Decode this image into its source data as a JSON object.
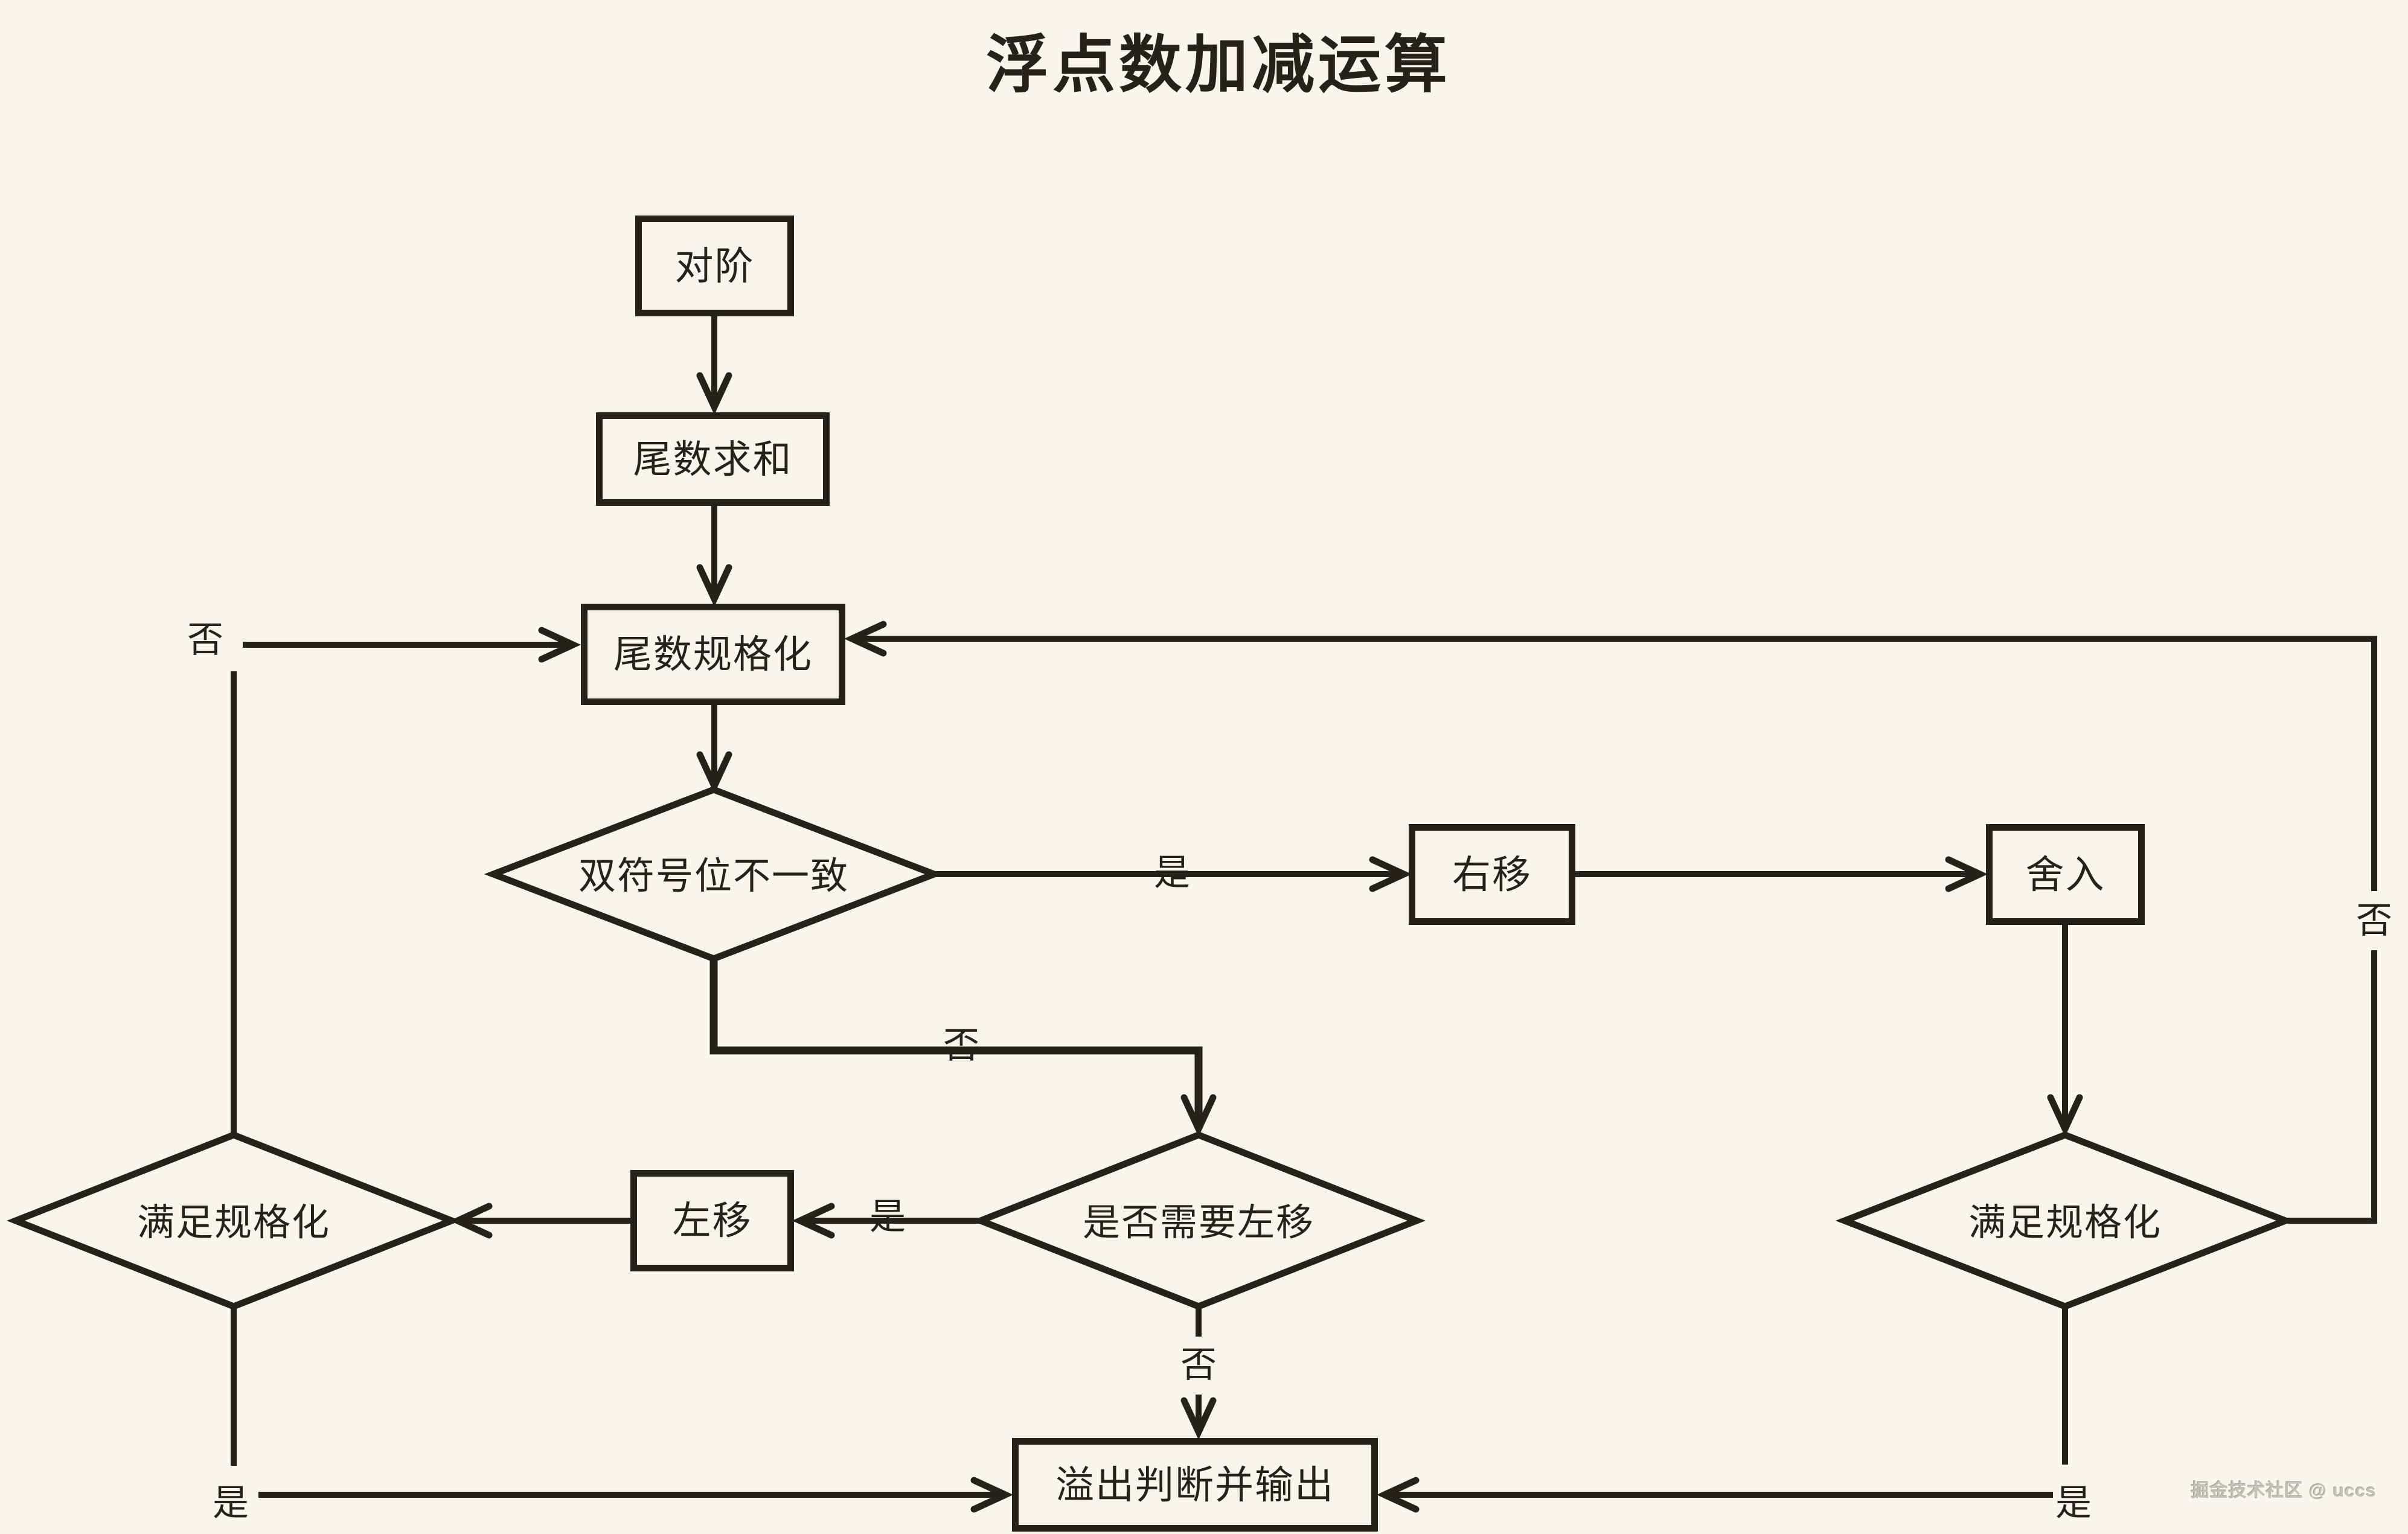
{
  "title": "浮点数加减运算",
  "nodes": {
    "align": "对阶",
    "mantissa_sum": "尾数求和",
    "mantissa_normalize": "尾数规格化",
    "sign_bits_differ": "双符号位不一致",
    "right_shift": "右移",
    "round": "舍入",
    "need_left_shift": "是否需要左移",
    "left_shift": "左移",
    "normalized_left": "满足规格化",
    "normalized_right": "满足规格化",
    "overflow_output": "溢出判断并输出"
  },
  "edge_labels": {
    "sign_differ_yes": "是",
    "sign_differ_no": "否",
    "need_left_shift_yes": "是",
    "need_left_shift_no": "否",
    "normalized_left_no": "否",
    "normalized_left_yes": "是",
    "normalized_right_no": "否",
    "normalized_right_yes": "是"
  },
  "watermark": "掘金技术社区 @ uccs",
  "colors": {
    "background": "#F8F4EE",
    "stroke": "#26211B",
    "text": "#26211B",
    "watermark": "#C8C1B7"
  }
}
